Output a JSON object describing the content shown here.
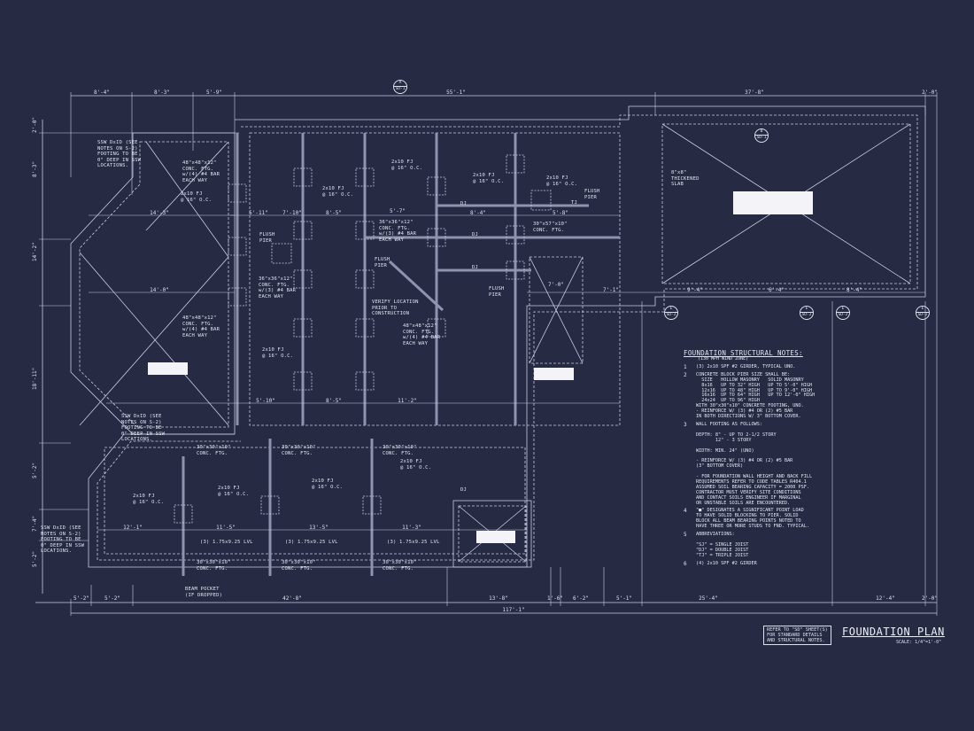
{
  "drawing": {
    "title": "FOUNDATION PLAN",
    "scale": "SCALE: 1/4\"=1'-0\"",
    "reference_note": "REFER TO \"SD\" SHEET(S)\nFOR STANDARD DETAILS\nAND STRUCTURAL NOTES.",
    "colors": {
      "background": "#262a43",
      "linework": "#c9cce0",
      "text": "#e4e6f2"
    }
  },
  "dimensions": {
    "top": [
      "8'-4\"",
      "8'-3\"",
      "5'-9\"",
      "55'-1\"",
      "37'-8\"",
      "2'-0\""
    ],
    "bottom": [
      "5'-2\"",
      "5'-2\"",
      "42'-8\"",
      "13'-8\"",
      "1'-6\"",
      "6'-2\"",
      "5'-1\"",
      "25'-4\"",
      "12'-4\"",
      "2'-0\""
    ],
    "overall": "117'-1\"",
    "left": [
      "2'-0\"",
      "8'-3\"",
      "14'-2\"",
      "18'-11\"",
      "5'-2\"",
      "7'-4\"",
      "5'-2\""
    ],
    "interior": [
      "14'-3\"",
      "14'-0\"",
      "5'-11\"",
      "7'-10\"",
      "8'-5\"",
      "5'-7\"",
      "8'-4\"",
      "5'-8\"",
      "5'-10\"",
      "8'-5\"",
      "11'-2\"",
      "12'-1\"",
      "11'-5\"",
      "13'-5\"",
      "11'-3\"",
      "7'-1\"",
      "7'-0\"",
      "9'-4\"",
      "6'-4\"",
      "8'-4\""
    ]
  },
  "section_markers": [
    {
      "letter": "A",
      "sheet": "SD-1"
    },
    {
      "letter": "B",
      "sheet": "SD-1"
    },
    {
      "letter": "E",
      "sheet": "SD-2"
    },
    {
      "letter": "E",
      "sheet": "SD-2"
    },
    {
      "letter": "E",
      "sheet": "SD-2"
    },
    {
      "letter": "E",
      "sheet": "SD-2"
    }
  ],
  "callouts": {
    "ssw_note": "SSW DxID (SEE\nNOTES ON S-2)\nFOOTING TO BE\n0\" DEEP IN SSW\nLOCATIONS.",
    "ftg_48": "48\"x48\"x12\"\nCONC. FTG.\nw/(4) #4 BAR\nEACH WAY",
    "ftg_36": "36\"x36\"x12\"\nCONC. FTG.\nw/(3) #4 BAR\nEACH WAY",
    "ftg_30": "30\"x30\"x10\"\nCONC. FTG.",
    "ftg_30x57": "30\"x57\"x10\"\nCONC. FTG.",
    "joist": "2x10 FJ\n@ 16\" O.C.",
    "flush_pier": "FLUSH\nPIER",
    "verify": "VERIFY LOCATION\nPRIOR TO\nCONSTRUCTION",
    "slab": "8\"x8\"\nTHICKENED\nSLAB",
    "lvl": "(3) 1.75x9.25 LVL",
    "beam_pocket": "BEAM POCKET\n(IF DROPPED)",
    "dj": "DJ",
    "tj": "TJ"
  },
  "notes": {
    "heading": "FOUNDATION STRUCTURAL NOTES:",
    "subheading": "(130 MPH WIND ZONE)",
    "items": [
      {
        "num": "1",
        "text": "(3) 2x10 SPF #2 GIRDER, TYPICAL UNO."
      },
      {
        "num": "2",
        "text": "CONCRETE BLOCK PIER SIZE SHALL BE:\n  SIZE   HOLLOW MASONRY   SOLID MASONRY\n  8x16   UP TO 32\" HIGH   UP TO 5'-0\" HIGH\n  12x16  UP TO 48\" HIGH   UP TO 9'-0\" HIGH\n  16x16  UP TO 64\" HIGH   UP TO 12'-0\" HIGH\n  24x24  UP TO 96\" HIGH\nWITH 30\"x30\"x10\" CONCRETE FOOTING, UNO.\n- REINFORCE W/ (3) #4 OR (2) #5 BAR\nIN BOTH DIRECTIONS W/ 3\" BOTTOM COVER."
      },
      {
        "num": "3",
        "text": "WALL FOOTING AS FOLLOWS:\n\nDEPTH: 8\" - UP TO 2-1/2 STORY\n       12\" - 3 STORY\n\nWIDTH: MIN. 24\" (UNO)\n\n- REINFORCE W/ (3) #4 OR (2) #5 BAR\n(3\" BOTTOM COVER)\n\n- FOR FOUNDATION WALL HEIGHT AND BACK FILL\nREQUIREMENTS REFER TO CODE TABLES R404.1\nASSUMED SOIL BEARING CAPACITY = 2000 PSF.\nCONTRACTOR MUST VERIFY SITE CONDITIONS\nAND CONTACT SOILS ENGINEER IF MARGINAL\nOR UNSTABLE SOILS ARE ENCOUNTERED."
      },
      {
        "num": "4",
        "text": "\"■\" DESIGNATES A SIGNIFICANT POINT LOAD\nTO HAVE SOLID BLOCKING TO PIER. SOLID\nBLOCK ALL BEAM BEARING POINTS NOTED TO\nHAVE THREE OR MORE STUDS TO FND. TYPICAL."
      },
      {
        "num": "5",
        "text": "ABBREVIATIONS:\n\n\"SJ\" = SINGLE JOIST\n\"DJ\" = DOUBLE JOIST\n\"TJ\" = TRIPLE JOIST"
      },
      {
        "num": "6",
        "text": "(4) 2x10 SPF #2 GIRDER"
      }
    ]
  }
}
